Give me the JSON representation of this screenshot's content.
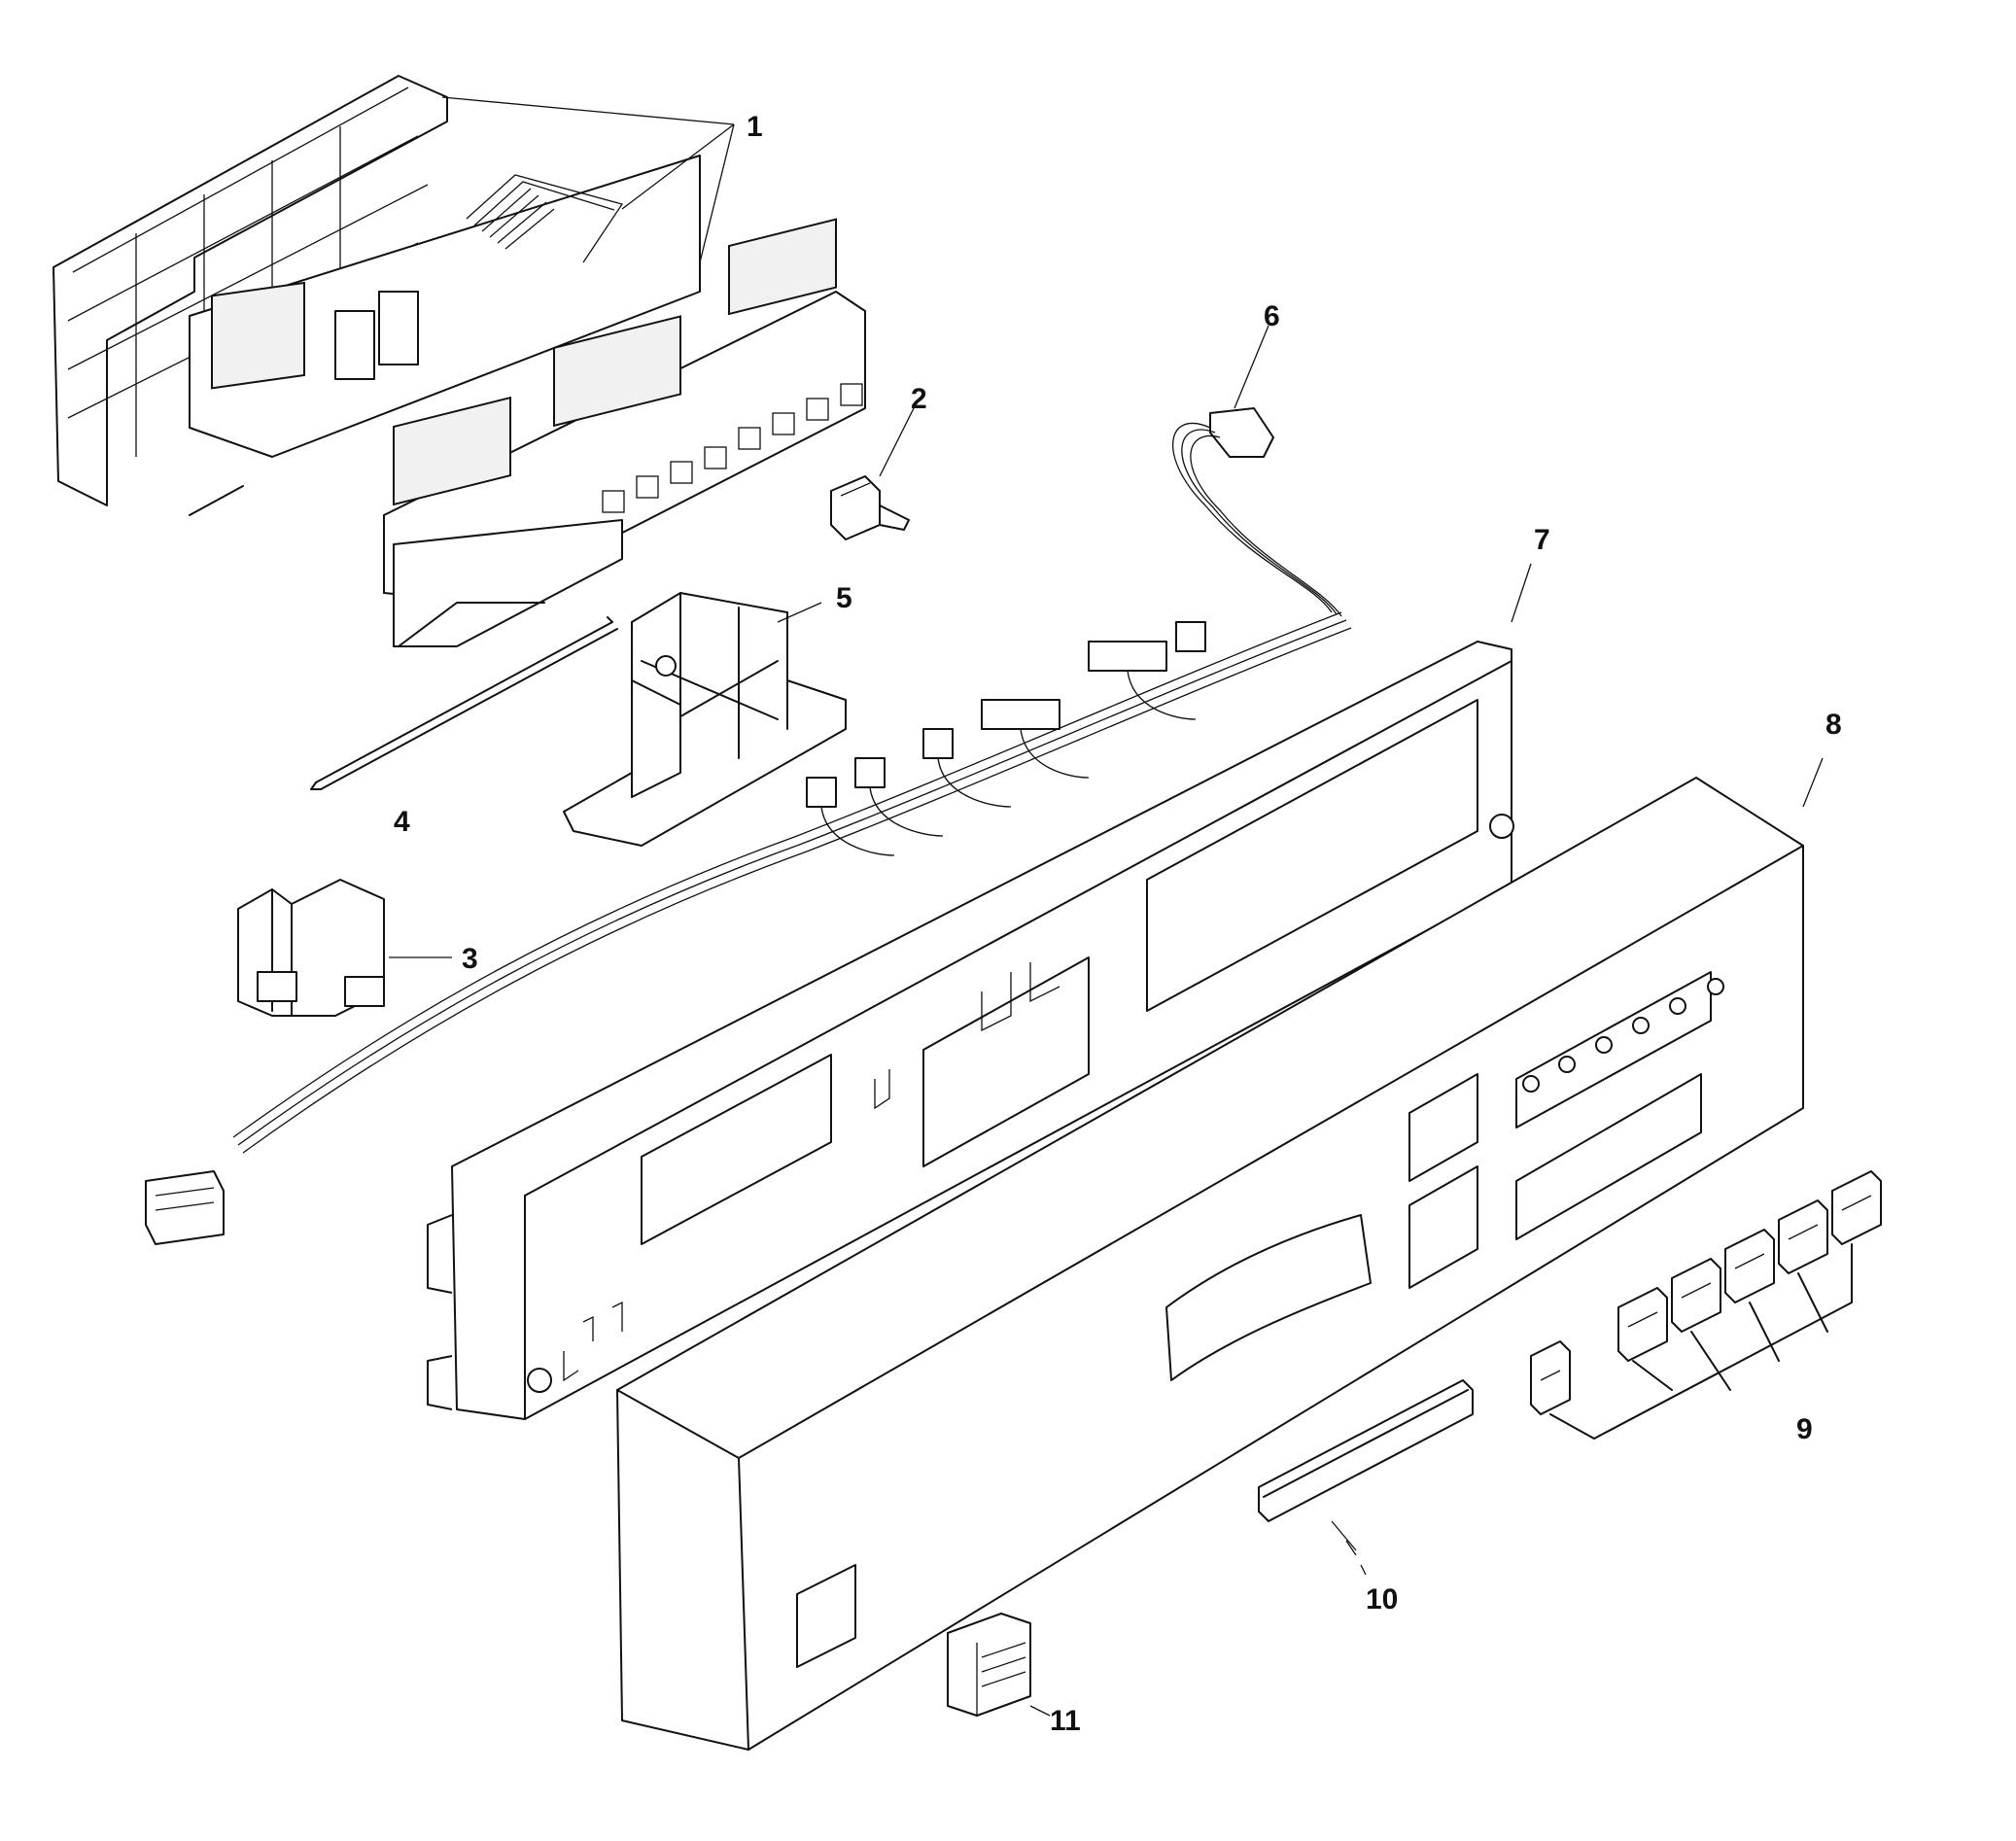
{
  "diagram": {
    "labels": [
      {
        "id": "callout-1",
        "text": "1"
      },
      {
        "id": "callout-2",
        "text": "2"
      },
      {
        "id": "callout-3",
        "text": "3"
      },
      {
        "id": "callout-4",
        "text": "4"
      },
      {
        "id": "callout-5",
        "text": "5"
      },
      {
        "id": "callout-6",
        "text": "6"
      },
      {
        "id": "callout-7",
        "text": "7"
      },
      {
        "id": "callout-8",
        "text": "8"
      },
      {
        "id": "callout-9",
        "text": "9"
      },
      {
        "id": "callout-10",
        "text": "10"
      },
      {
        "id": "callout-11",
        "text": "11"
      }
    ]
  }
}
